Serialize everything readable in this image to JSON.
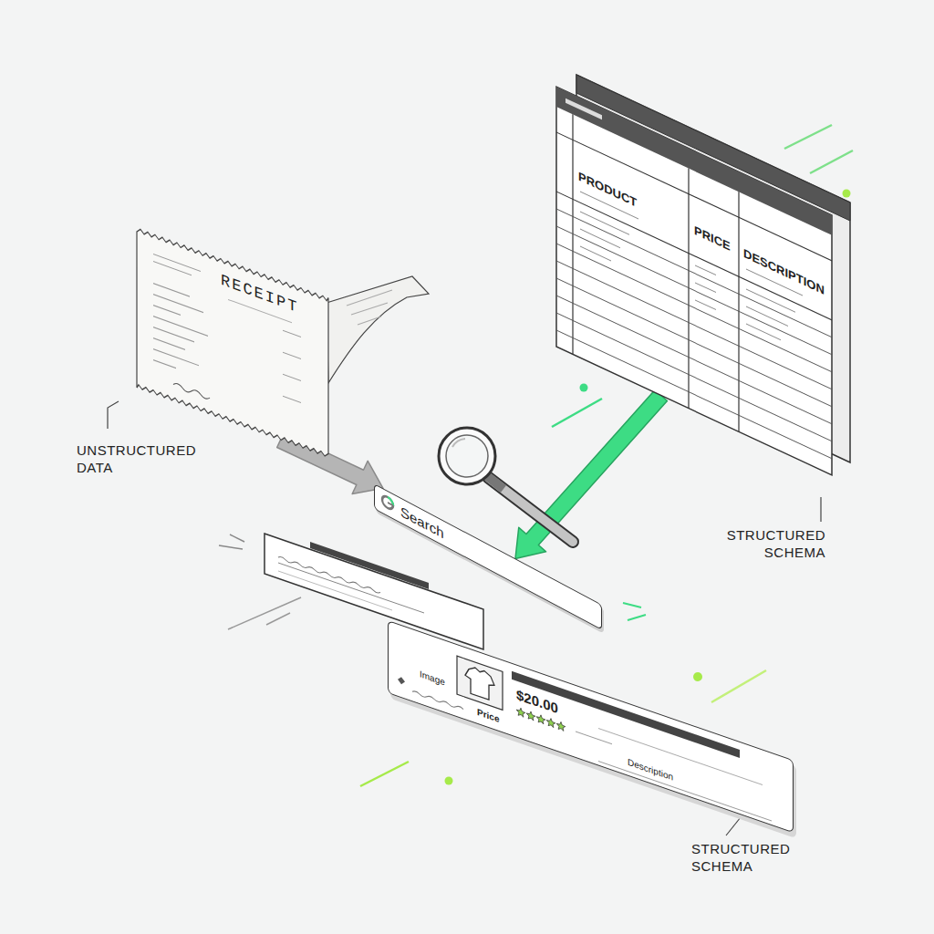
{
  "diagram": {
    "nodes": [
      {
        "text": [
          "RECEIPT"
        ]
      },
      {
        "text": [
          "PRODUCT",
          "PRICE",
          "DESCRIPTION"
        ]
      },
      {
        "text": [
          "Search"
        ]
      },
      {
        "text": [
          "Image",
          "$20.00",
          "Price",
          "Description"
        ]
      }
    ],
    "edges": [
      {
        "from": 0,
        "to": 2,
        "arrow": "to"
      },
      {
        "from": 1,
        "to": 2,
        "arrow": "to"
      }
    ],
    "labels": [
      "UNSTRUCTURED DATA",
      "STRUCTURED SCHEMA",
      "STRUCTURED SCHEMA"
    ]
  }
}
